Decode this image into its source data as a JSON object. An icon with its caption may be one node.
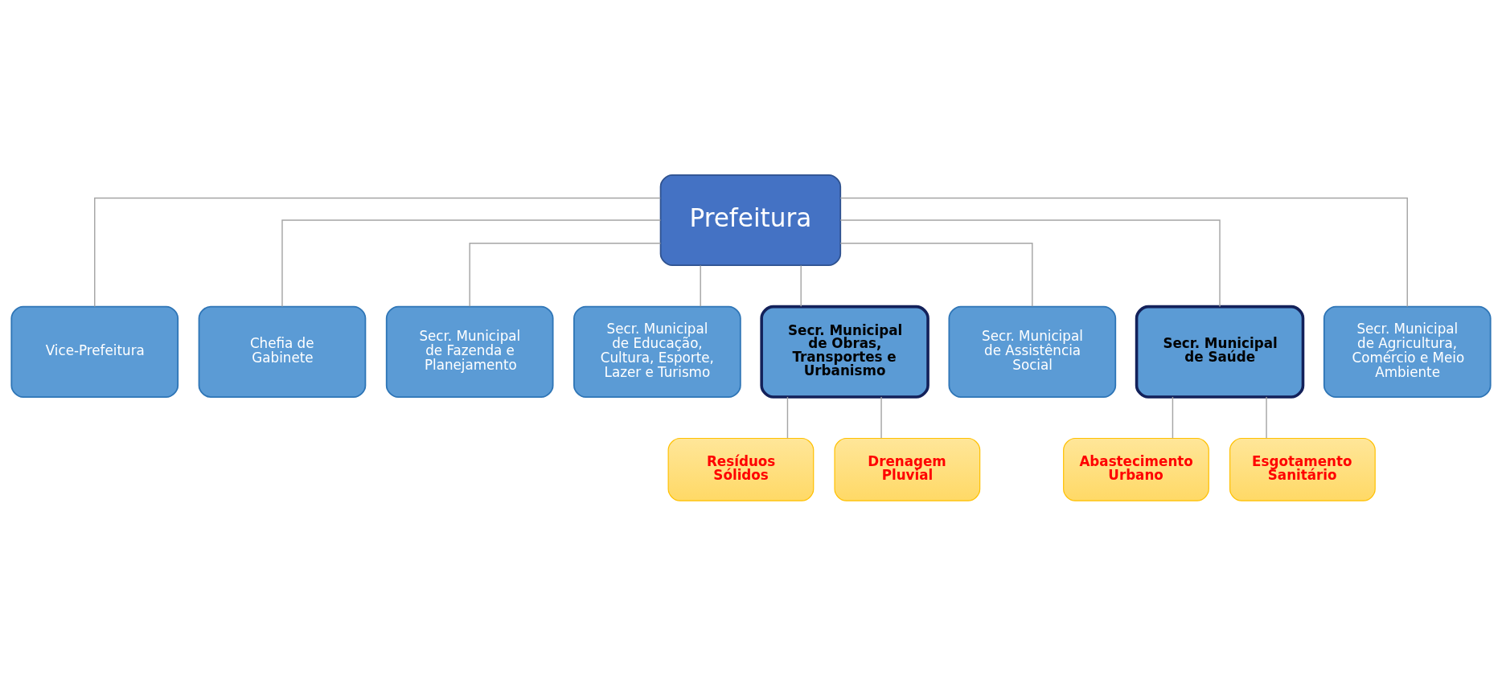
{
  "diagram": {
    "nodes": [
      {
        "text": [
          "Prefeitura"
        ]
      },
      {
        "text": [
          "Vice-Prefeitura"
        ]
      },
      {
        "text": [
          "Chefia de Gabinete"
        ]
      },
      {
        "text": [
          "Secr. Municipal de Fazenda e Planejamento"
        ]
      },
      {
        "text": [
          "Secr. Municipal de Educação, Cultura, Esporte, Lazer e Turismo"
        ]
      },
      {
        "text": [
          "Secr. Municipal de Obras, Transportes e Urbanismo"
        ]
      },
      {
        "text": [
          "Secr. Municipal de Assistência Social"
        ]
      },
      {
        "text": [
          "Secr. Municipal de Saúde"
        ]
      },
      {
        "text": [
          "Secr. Municipal de Agricultura, Comércio e Meio Ambiente"
        ]
      },
      {
        "text": [
          "Resíduos Sólidos"
        ]
      },
      {
        "text": [
          "Drenagem Pluvial"
        ]
      },
      {
        "text": [
          "Abastecimento Urbano"
        ]
      },
      {
        "text": [
          "Esgotamento Sanitário"
        ]
      }
    ],
    "edges": [
      {
        "from": 0,
        "to": 1,
        "arrow": "none"
      },
      {
        "from": 0,
        "to": 2,
        "arrow": "none"
      },
      {
        "from": 0,
        "to": 3,
        "arrow": "none"
      },
      {
        "from": 0,
        "to": 4,
        "arrow": "none"
      },
      {
        "from": 0,
        "to": 5,
        "arrow": "none"
      },
      {
        "from": 0,
        "to": 6,
        "arrow": "none"
      },
      {
        "from": 0,
        "to": 7,
        "arrow": "none"
      },
      {
        "from": 0,
        "to": 8,
        "arrow": "none"
      },
      {
        "from": 5,
        "to": 9,
        "arrow": "none"
      },
      {
        "from": 5,
        "to": 10,
        "arrow": "none"
      },
      {
        "from": 7,
        "to": 11,
        "arrow": "none"
      },
      {
        "from": 7,
        "to": 12,
        "arrow": "none"
      }
    ]
  }
}
